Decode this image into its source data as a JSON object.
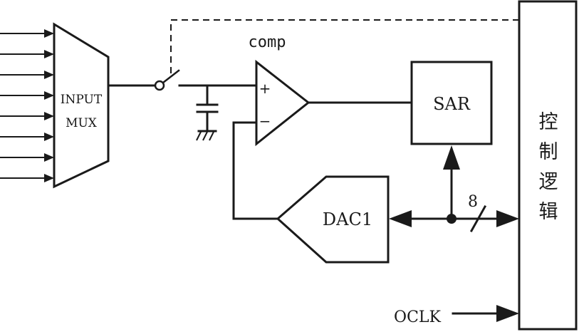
{
  "input_mux": {
    "line1": "INPUT",
    "line2": "MUX",
    "input_count": 8
  },
  "comparator": {
    "label": "comp",
    "plus": "+",
    "minus": "−"
  },
  "sar": {
    "label": "SAR"
  },
  "dac": {
    "label": "DAC1"
  },
  "control_logic": {
    "label": "控制逻辑",
    "chars": [
      "控",
      "制",
      "逻",
      "辑"
    ]
  },
  "bus": {
    "width_label": "8"
  },
  "clock": {
    "label": "OCLK"
  }
}
